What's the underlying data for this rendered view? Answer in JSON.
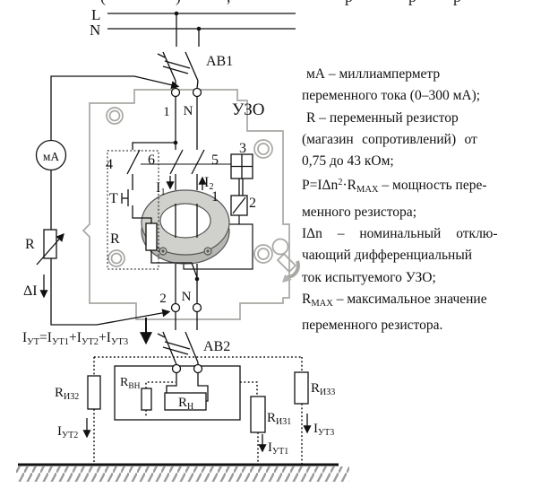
{
  "top_fragments": {
    "f1": "(",
    "f2": ")",
    "f3": ",",
    "f4": "р",
    "f5": "р",
    "f6": "р"
  },
  "power": {
    "l": "L",
    "n": "N"
  },
  "breaker1": "АВ1",
  "breaker2": "АВ2",
  "device_title": "УЗО",
  "terminals": {
    "t1": "1",
    "tn_top": "N",
    "t2": "2",
    "tn_bottom": "N"
  },
  "numbers": {
    "n1": "1",
    "n2": "2",
    "n3": "3",
    "n4": "4",
    "n5": "5",
    "n6": "6"
  },
  "test": {
    "button": "Т",
    "resistor": "R"
  },
  "currents": {
    "i1": {
      "m": "I",
      "s": "1"
    },
    "i2": {
      "m": "I",
      "s": "2"
    }
  },
  "meter": "мА",
  "branch": {
    "resistor": "R",
    "delta": "ΔI"
  },
  "formula": {
    "p1": "I",
    "s1": "УТ",
    "p2": "=I",
    "s2": "УТ1",
    "p3": "+I",
    "s3": "УТ2",
    "p4": "+I",
    "s4": "УТ3"
  },
  "network": {
    "r_vn": {
      "m": "R",
      "s": "ВН"
    },
    "r_n": {
      "m": "R",
      "s": "Н"
    },
    "r_iz1": {
      "m": "R",
      "s": "ИЗ1"
    },
    "r_iz2": {
      "m": "R",
      "s": "ИЗ2"
    },
    "r_iz3": {
      "m": "R",
      "s": "ИЗ3"
    },
    "i_ut1": {
      "m": "I",
      "s": "УТ1"
    },
    "i_ut2": {
      "m": "I",
      "s": "УТ2"
    },
    "i_ut3": {
      "m": "I",
      "s": "УТ3"
    }
  },
  "description": {
    "l1": "мА – миллиамперметр",
    "l2": "переменного тока (0–300 мА);",
    "l3": "R – переменный резистор",
    "l4": "(магазин сопротивлений) от",
    "l5": "0,75 до 43 кОм;",
    "l6a": "P=IΔn",
    "l6sup": "2",
    "l6b": "·R",
    "l6sub": "МАХ",
    "l6c": " – мощность пере-",
    "l7": "менного резистора;",
    "l8": "IΔn – номинальный отклю-",
    "l9": "чающий дифференциальный",
    "l10": "ток испытуемого УЗО;",
    "l11a": "R",
    "l11sub": "МАХ",
    "l11b": " – максимальное значение",
    "l12": "переменного резистора."
  }
}
